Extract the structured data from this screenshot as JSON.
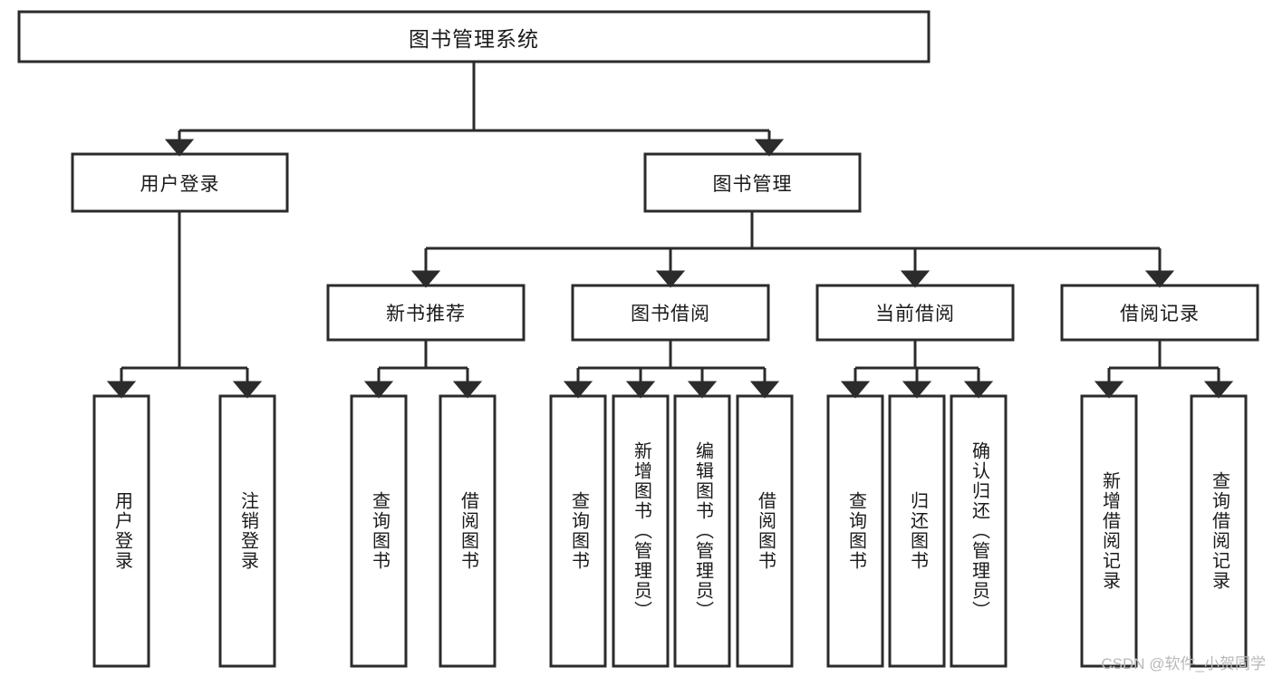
{
  "diagram": {
    "title": "图书管理系统",
    "type": "tree-hierarchy-diagram",
    "colors": {
      "stroke": "#2b2b2b",
      "fill": "#ffffff",
      "text": "#1a1a1a",
      "watermark": "#b8b8b8"
    },
    "root": {
      "label": "图书管理系统"
    },
    "level2": [
      {
        "label": "用户登录"
      },
      {
        "label": "图书管理"
      }
    ],
    "level3": [
      {
        "label": "新书推荐"
      },
      {
        "label": "图书借阅"
      },
      {
        "label": "当前借阅"
      },
      {
        "label": "借阅记录"
      }
    ],
    "leaves": {
      "user_login": [
        {
          "label": "用户登录"
        },
        {
          "label": "注销登录"
        }
      ],
      "new_book_recommend": [
        {
          "label": "查询图书"
        },
        {
          "label": "借阅图书"
        }
      ],
      "book_borrow": [
        {
          "label": "查询图书"
        },
        {
          "label": "新增图书（管理员）"
        },
        {
          "label": "编辑图书（管理员）"
        },
        {
          "label": "借阅图书"
        }
      ],
      "current_borrow": [
        {
          "label": "查询图书"
        },
        {
          "label": "归还图书"
        },
        {
          "label": "确认归还（管理员）"
        }
      ],
      "borrow_record": [
        {
          "label": "新增借阅记录"
        },
        {
          "label": "查询借阅记录"
        }
      ]
    },
    "watermark": "CSDN @软件_小贺同学"
  }
}
